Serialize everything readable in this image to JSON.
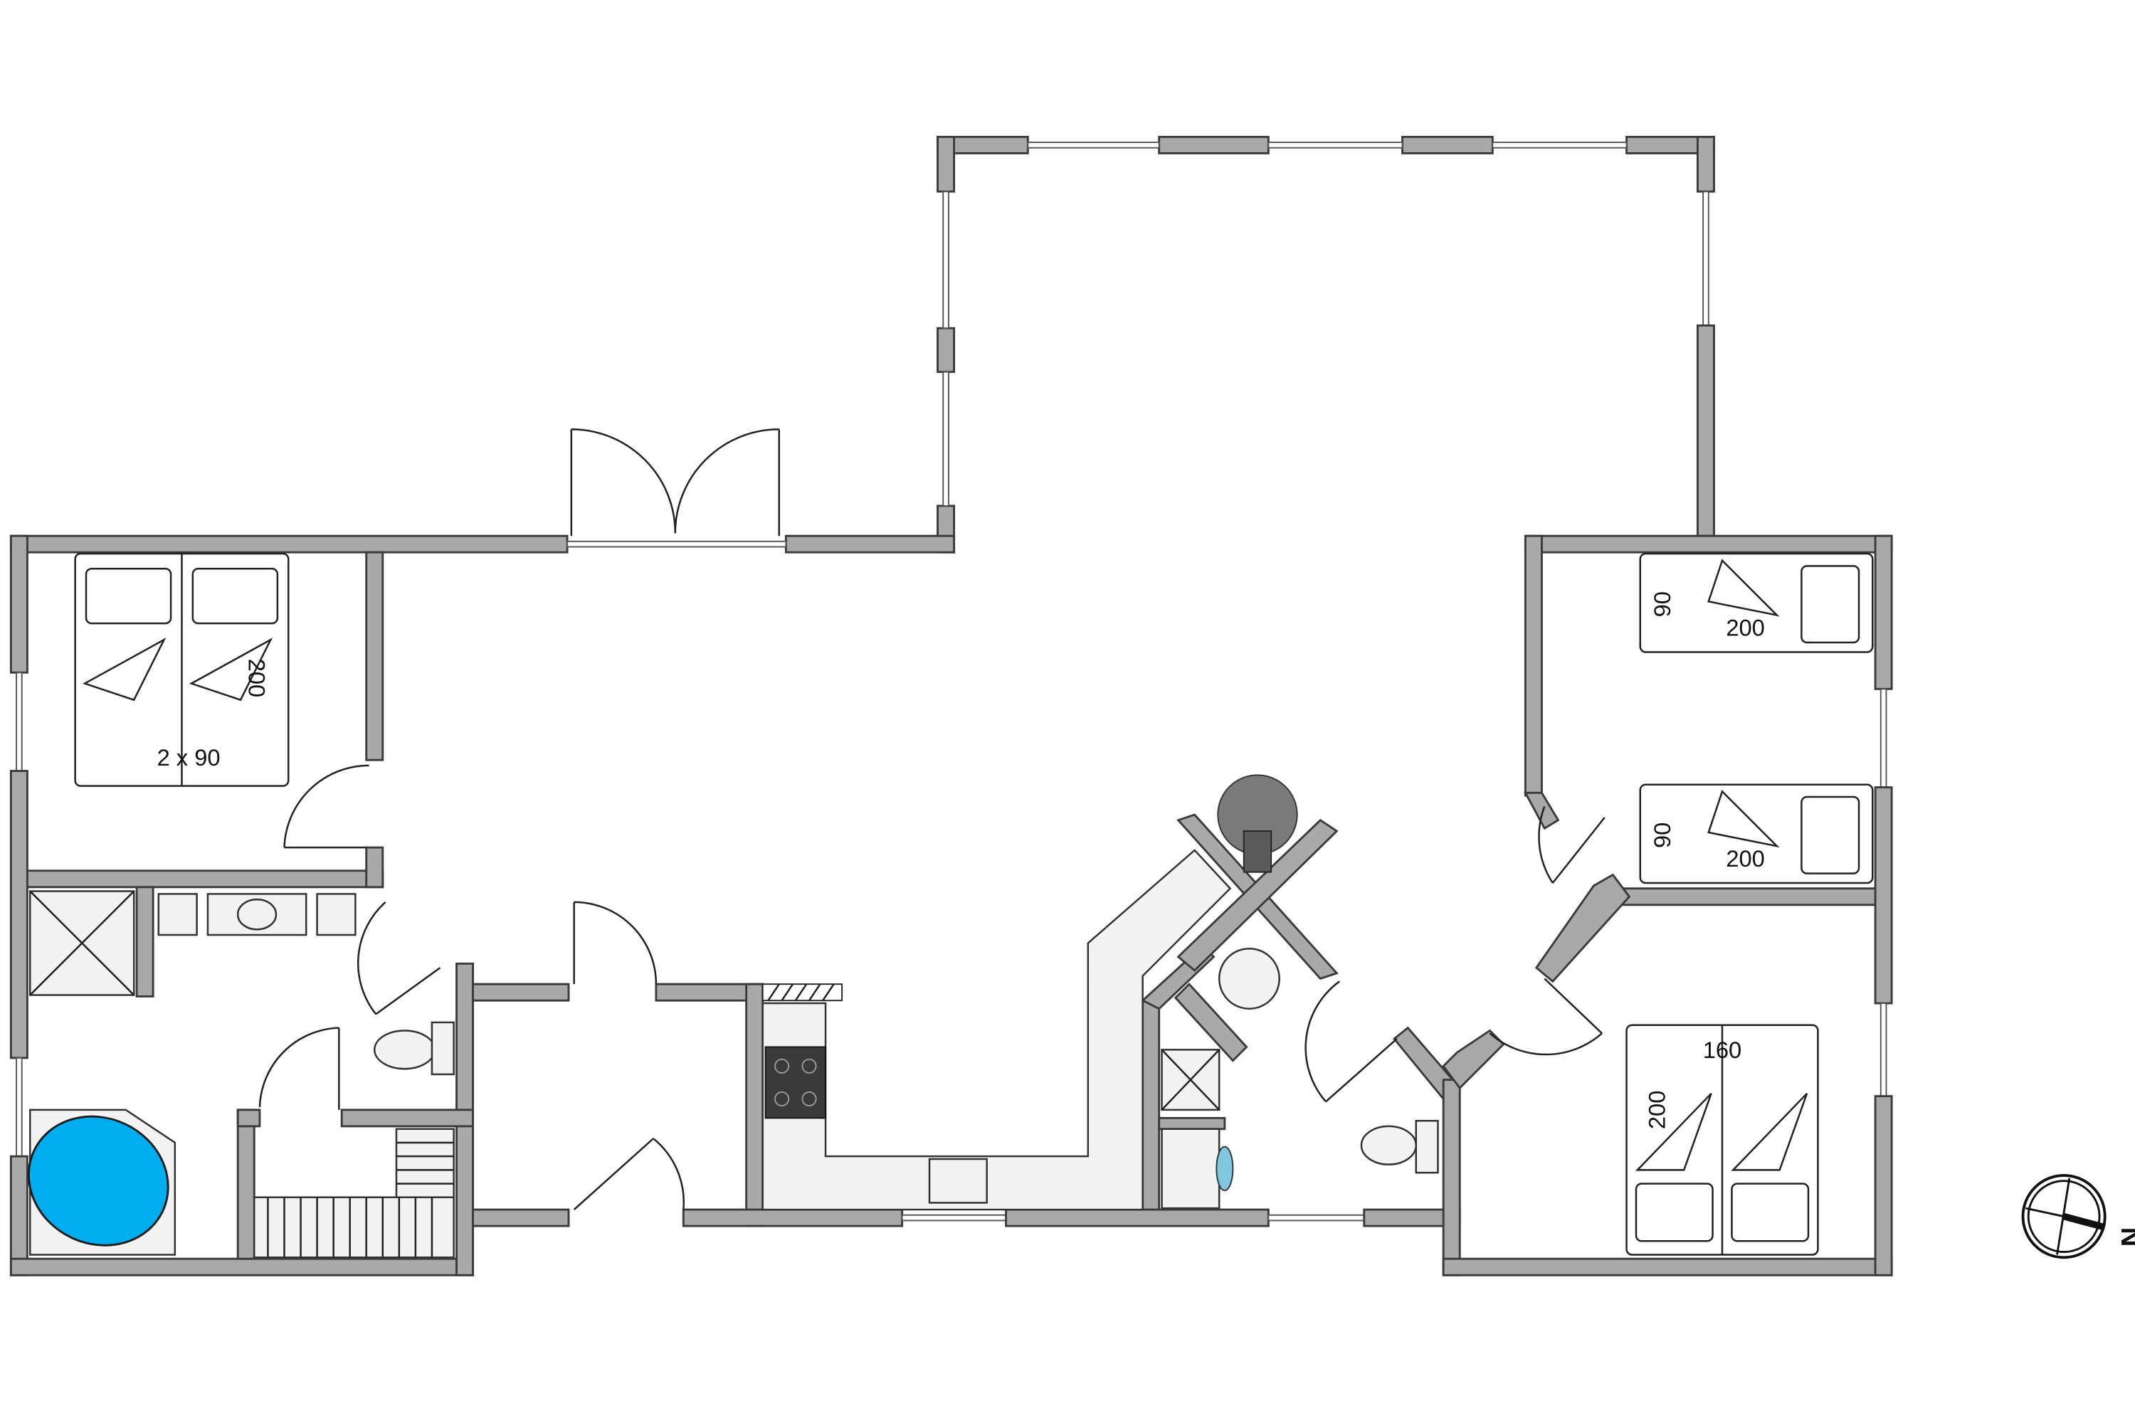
{
  "plan": {
    "bedroom_west": {
      "bed_width": "2 x 90",
      "bed_length": "200"
    },
    "bedroom_east_1": {
      "bed_width": "90",
      "bed_length": "200"
    },
    "bedroom_east_2": {
      "bed_width": "90",
      "bed_length": "200"
    },
    "bedroom_southeast": {
      "bed_width": "160",
      "bed_length": "200"
    },
    "compass": {
      "label": "N"
    }
  },
  "colors": {
    "wall": "#a9a9a9",
    "bathtub": "#00aeef",
    "stove": "#3a3a3a"
  }
}
